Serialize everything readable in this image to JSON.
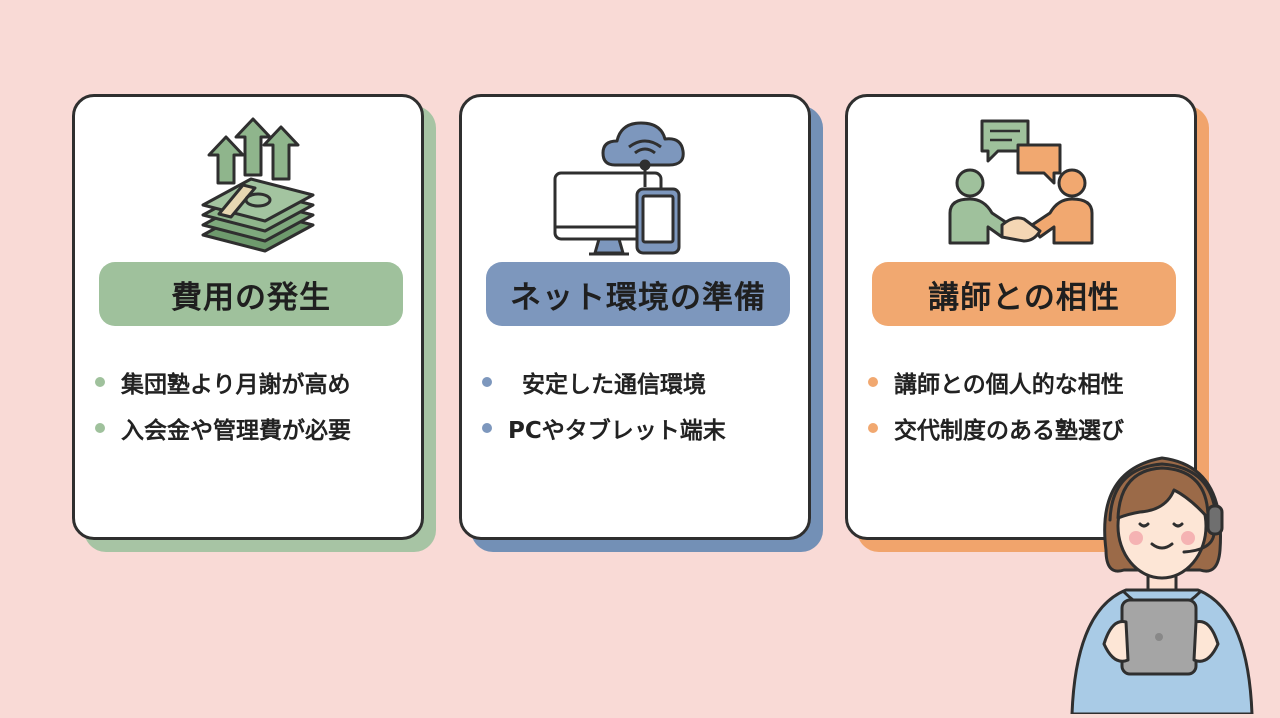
{
  "cards": [
    {
      "icon": "money-up-icon",
      "title": "費用の発生",
      "bullets": [
        "集団塾より月謝が高め",
        "入会金や管理費が必要"
      ],
      "accent": "#9fc19c"
    },
    {
      "icon": "network-devices-icon",
      "title": "ネット環境の準備",
      "bullets": [
        "安定した通信環境",
        "PCやタブレット端末"
      ],
      "accent": "#7d97bd"
    },
    {
      "icon": "handshake-chat-icon",
      "title": "講師との相性",
      "bullets": [
        "講師との個人的な相性",
        "交代制度のある塾選び"
      ],
      "accent": "#f1a870"
    }
  ],
  "background": "#f9dad6",
  "illustration": "tutor-with-tablet"
}
